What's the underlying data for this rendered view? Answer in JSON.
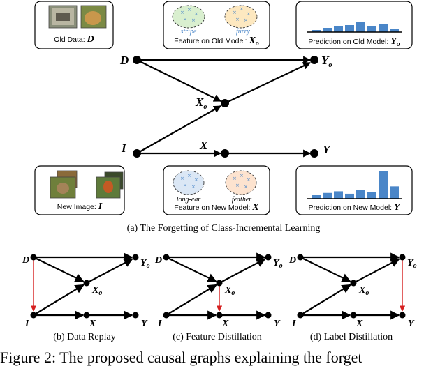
{
  "panel_a": {
    "caption": "(a) The Forgetting of Class-Incremental Learning",
    "boxes": {
      "old_data": {
        "text": "Old Data: ",
        "var": "D"
      },
      "feat_old": {
        "text": "Feature on Old Model: ",
        "var": "X",
        "sub": "o",
        "words": [
          "stripe",
          "furry"
        ]
      },
      "pred_old": {
        "text": "Prediction on Old Model: ",
        "var": "Y",
        "sub": "o"
      },
      "new_image": {
        "text": "New Image: ",
        "var": "I"
      },
      "feat_new": {
        "text": "Feature on New Model: ",
        "var": "X",
        "words": [
          "long-ear",
          "feather"
        ]
      },
      "pred_new": {
        "text": "Prediction on New Model: ",
        "var": "Y"
      }
    },
    "nodes": {
      "D": "D",
      "Yo": "Y",
      "Yo_sub": "o",
      "Xo": "X",
      "Xo_sub": "o",
      "I": "I",
      "X": "X",
      "Y": "Y"
    },
    "histograms": {
      "old": [
        3,
        6,
        9,
        10,
        14,
        8,
        11,
        4
      ],
      "new": [
        5,
        7,
        9,
        6,
        11,
        8,
        34,
        15
      ]
    }
  },
  "subpanels": [
    {
      "caption": "(b) Data Replay",
      "red_edge": "D-I"
    },
    {
      "caption": "(c) Feature Distillation",
      "red_edge": "Xo-X"
    },
    {
      "caption": "(d) Label Distillation",
      "red_edge": "Yo-Y"
    }
  ],
  "figure_caption": "Figure 2: The proposed causal graphs explaining the forget",
  "colors": {
    "accent_blue": "#4a86c8",
    "red_edge": "#d62020",
    "green_blob": "#d9efcf",
    "orange_blob": "#fde3cf",
    "blue_blob": "#dbe7f5"
  }
}
